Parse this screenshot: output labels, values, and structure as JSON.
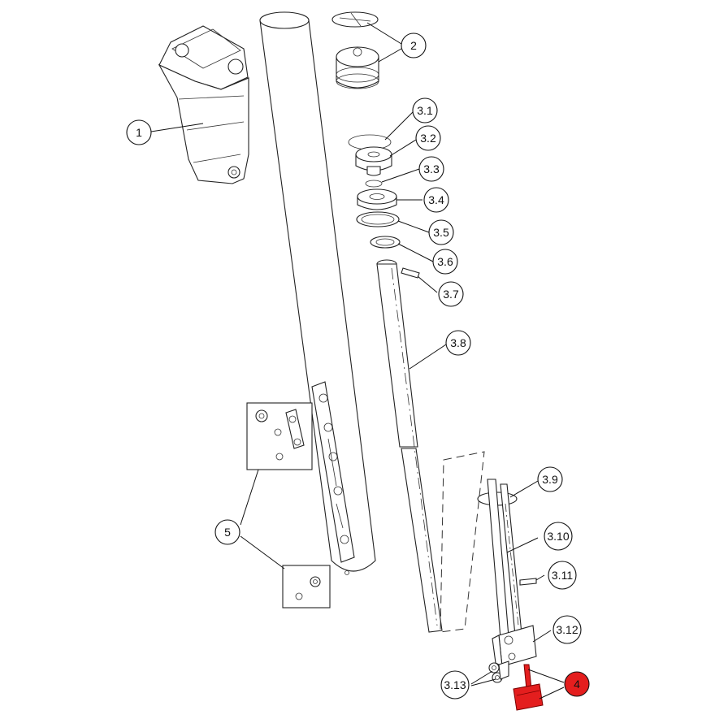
{
  "callouts": [
    {
      "id": "1",
      "label": "1"
    },
    {
      "id": "2",
      "label": "2"
    },
    {
      "id": "3-1",
      "label": "3.1"
    },
    {
      "id": "3-2",
      "label": "3.2"
    },
    {
      "id": "3-3",
      "label": "3.3"
    },
    {
      "id": "3-4",
      "label": "3.4"
    },
    {
      "id": "3-5",
      "label": "3.5"
    },
    {
      "id": "3-6",
      "label": "3.6"
    },
    {
      "id": "3-7",
      "label": "3.7"
    },
    {
      "id": "3-8",
      "label": "3.8"
    },
    {
      "id": "3-9",
      "label": "3.9"
    },
    {
      "id": "3-10",
      "label": "3.10"
    },
    {
      "id": "3-11",
      "label": "3.11"
    },
    {
      "id": "3-12",
      "label": "3.12"
    },
    {
      "id": "3-13",
      "label": "3.13"
    },
    {
      "id": "4",
      "label": "4",
      "highlighted": true
    },
    {
      "id": "5",
      "label": "5"
    }
  ],
  "colors": {
    "highlight": "#e41e1e",
    "line": "#222222",
    "background": "#ffffff"
  }
}
